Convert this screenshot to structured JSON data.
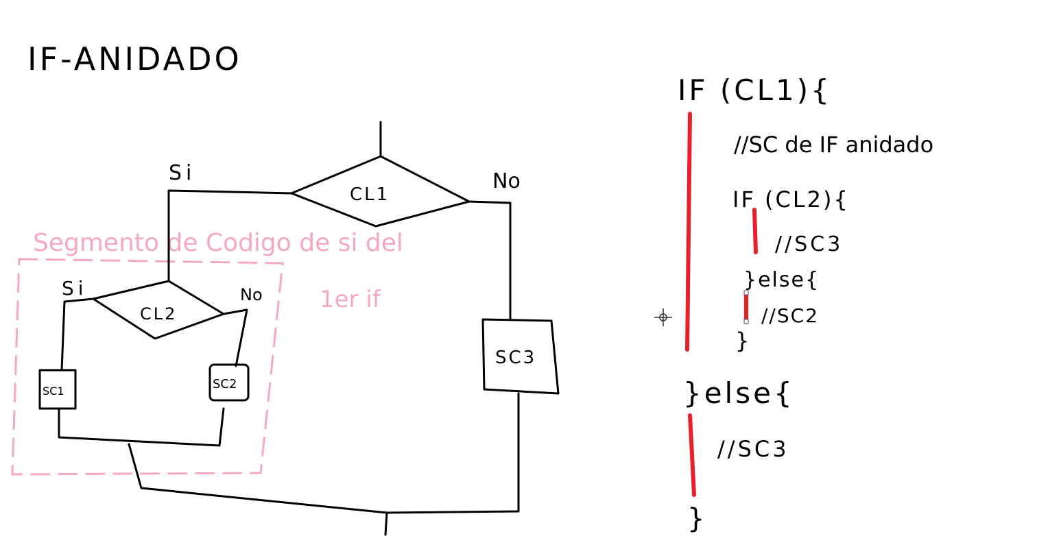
{
  "title": "IF-ANIDADO",
  "flowchart": {
    "cond1": "CL1",
    "cond1_yes": "Si",
    "cond1_no": "No",
    "cond2": "CL2",
    "cond2_yes": "Si",
    "cond2_no": "No",
    "box_sc1": "SC1",
    "box_sc2": "SC2",
    "box_sc3": "SC3"
  },
  "note": {
    "line1": "Segmento de Codigo de si del",
    "line2": "1er if"
  },
  "code": {
    "line1": "IF (CL1){",
    "line2": "//SC de IF anidado",
    "line3": "IF (CL2){",
    "line4": "//SC3",
    "line5": "}else{",
    "line6": "//SC2",
    "line7": "}",
    "line8": "}else{",
    "line9": "//SC3",
    "line10": "}"
  },
  "colors": {
    "ink": "#000000",
    "highlight_bar": "#e8202a",
    "annotation": "#f5a8bf"
  }
}
